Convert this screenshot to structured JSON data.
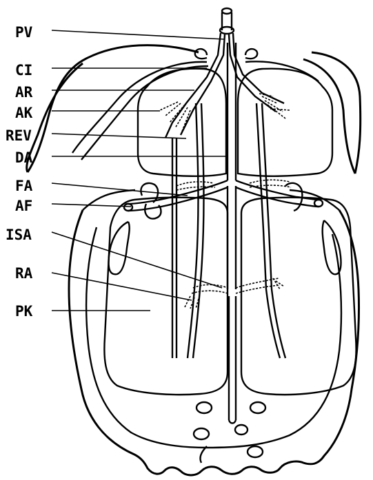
{
  "labels": {
    "pv": "PV",
    "ci": "CI",
    "ar": "AR",
    "ak": "AK",
    "rev": "REV",
    "da": "DA",
    "fa": "FA",
    "af": "AF",
    "isa": "ISA",
    "ra": "RA",
    "pk": "PK"
  }
}
